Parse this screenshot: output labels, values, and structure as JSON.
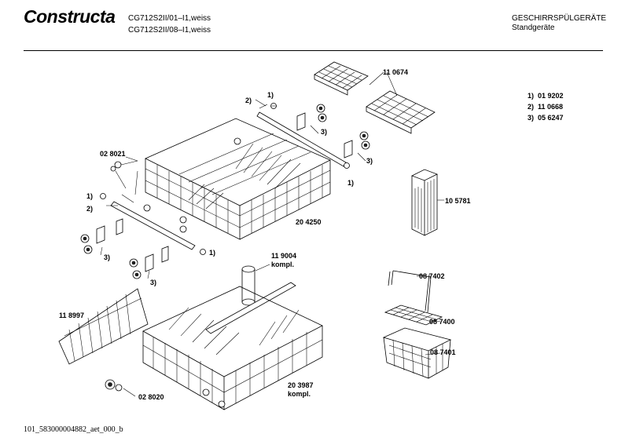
{
  "header": {
    "logo": "Constructa",
    "model_1": "CG712S2II/01–I1,weiss",
    "model_2": "CG712S2II/08–I1,weiss",
    "category_1": "GESCHIRRSPÜLGERÄTE",
    "category_2": "Standgeräte"
  },
  "legend": [
    {
      "key": "1)",
      "part": "01 9202"
    },
    {
      "key": "2)",
      "part": "11 0668"
    },
    {
      "key": "3)",
      "part": "05 6247"
    }
  ],
  "parts": {
    "p110674": "11 0674",
    "p028021": "02 8021",
    "p204250": "20 4250",
    "p105781": "10 5781",
    "p119004": "11 9004",
    "p119004_sub": "kompl.",
    "p118997": "11 8997",
    "p087402": "08 7402",
    "p087400": "08 7400",
    "p087401": "08 7401",
    "p028020": "02 8020",
    "p203987": "20 3987",
    "p203987_sub": "kompl."
  },
  "callouts": {
    "c1_top": "1)",
    "c2_top": "2)",
    "c3_a": "3)",
    "c3_b": "3)",
    "c1_right": "1)",
    "c1_left": "1)",
    "c2_left": "2)",
    "c3_c": "3)",
    "c1_mid": "1)",
    "c3_d": "3)"
  },
  "footer": "101_583000004882_aet_000_b"
}
